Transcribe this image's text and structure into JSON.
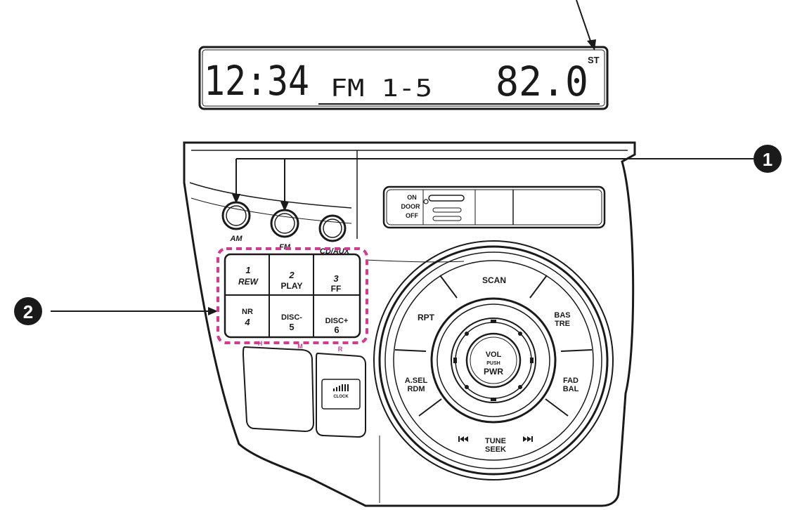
{
  "display": {
    "clock": "12:34",
    "band": "FM 1-5",
    "frequency": "82.0",
    "stereo": "ST"
  },
  "buttons": {
    "am": "AM",
    "fm": "FM",
    "cdaux": "CD/AUX"
  },
  "presets": [
    {
      "number": "1",
      "label": "REW"
    },
    {
      "number": "2",
      "label": "PLAY"
    },
    {
      "number": "3",
      "label": "FF"
    },
    {
      "number": "4",
      "label": "NR"
    },
    {
      "number": "5",
      "label": "DISC-"
    },
    {
      "number": "6",
      "label": "DISC+"
    }
  ],
  "preset_strip": [
    "H",
    "M",
    "R"
  ],
  "door_switch": {
    "on": "ON",
    "door": "DOOR",
    "off": "OFF"
  },
  "clock_button": "CLOCK",
  "dial": {
    "scan": "SCAN",
    "rpt": "RPT",
    "bas": "BAS",
    "tre": "TRE",
    "asel": "A.SEL",
    "rdm": "RDM",
    "fad": "FAD",
    "bal": "BAL",
    "tune": "TUNE",
    "seek": "SEEK",
    "vol": "VOL",
    "push": "PUSH",
    "pwr": "PWR"
  },
  "callouts": {
    "one": "1",
    "two": "2"
  },
  "colors": {
    "ink": "#1a1a1a",
    "highlight": "#d6398f",
    "background": "#ffffff"
  }
}
